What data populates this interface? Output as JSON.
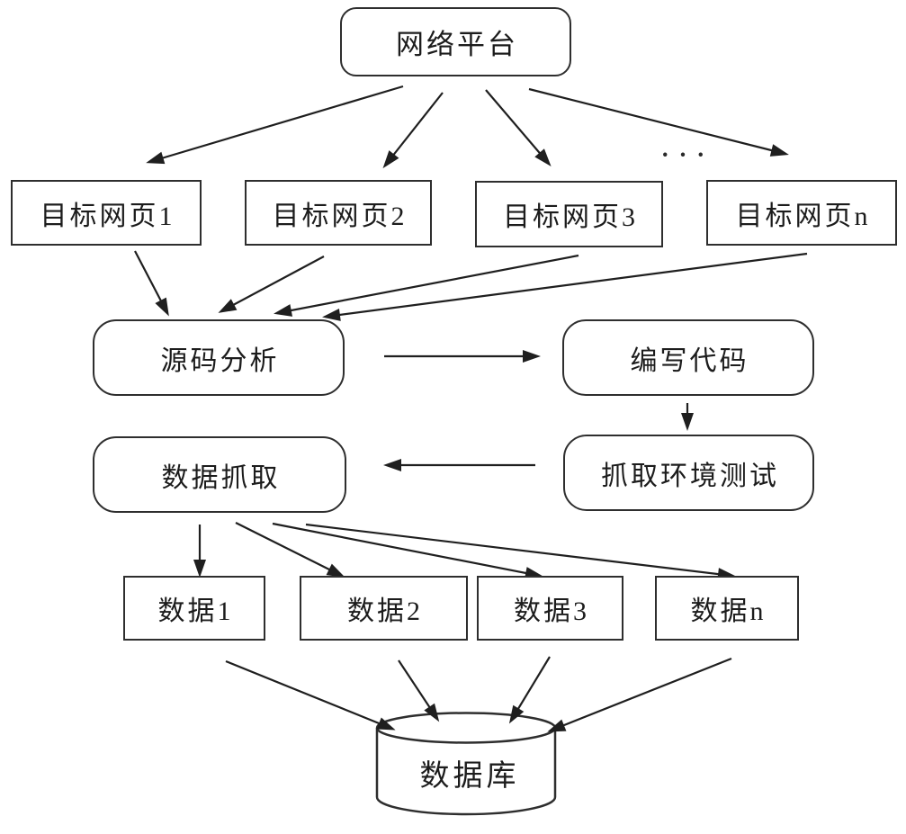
{
  "nodes": {
    "platform": "网络平台",
    "page1": "目标网页1",
    "page2": "目标网页2",
    "page3": "目标网页3",
    "pageN": "目标网页n",
    "ellipsis": "· · ·",
    "analysis": "源码分析",
    "coding": "编写代码",
    "capture": "数据抓取",
    "testing": "抓取环境测试",
    "data1": "数据1",
    "data2": "数据2",
    "data3": "数据3",
    "dataN": "数据n",
    "database": "数据库"
  },
  "edges": [
    {
      "from": "网络平台",
      "to": "目标网页1"
    },
    {
      "from": "网络平台",
      "to": "目标网页2"
    },
    {
      "from": "网络平台",
      "to": "目标网页3"
    },
    {
      "from": "网络平台",
      "to": "目标网页n"
    },
    {
      "from": "目标网页1",
      "to": "源码分析"
    },
    {
      "from": "目标网页2",
      "to": "源码分析"
    },
    {
      "from": "目标网页3",
      "to": "源码分析"
    },
    {
      "from": "目标网页n",
      "to": "源码分析"
    },
    {
      "from": "源码分析",
      "to": "编写代码"
    },
    {
      "from": "编写代码",
      "to": "抓取环境测试"
    },
    {
      "from": "抓取环境测试",
      "to": "数据抓取"
    },
    {
      "from": "数据抓取",
      "to": "数据1"
    },
    {
      "from": "数据抓取",
      "to": "数据2"
    },
    {
      "from": "数据抓取",
      "to": "数据3"
    },
    {
      "from": "数据抓取",
      "to": "数据n"
    },
    {
      "from": "数据1",
      "to": "数据库"
    },
    {
      "from": "数据2",
      "to": "数据库"
    },
    {
      "from": "数据3",
      "to": "数据库"
    },
    {
      "from": "数据n",
      "to": "数据库"
    }
  ],
  "colors": {
    "stroke": "#262626",
    "text": "#1c1c1c",
    "background": "#ffffff"
  }
}
